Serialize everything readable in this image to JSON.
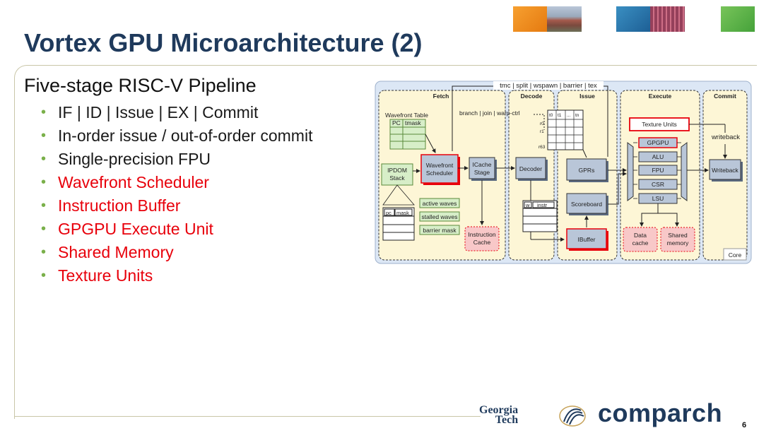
{
  "slide": {
    "title": "Vortex GPU Microarchitecture (2)",
    "subtitle": "Five-stage RISC-V Pipeline",
    "bullets": [
      {
        "text": "IF | ID | Issue | EX | Commit",
        "color": "#1a1a1a"
      },
      {
        "text": "In-order issue / out-of-order commit",
        "color": "#1a1a1a"
      },
      {
        "text": "Single-precision FPU",
        "color": "#1a1a1a"
      },
      {
        "text": "Wavefront Scheduler",
        "color": "#e8000b"
      },
      {
        "text": "Instruction Buffer",
        "color": "#e8000b"
      },
      {
        "text": "GPGPU Execute Unit",
        "color": "#e8000b"
      },
      {
        "text": "Shared Memory",
        "color": "#e8000b"
      },
      {
        "text": "Texture Units",
        "color": "#e8000b"
      }
    ],
    "page_number": "6"
  },
  "logos": {
    "georgia_tech": "Georgia Tech",
    "georgia": "Georgia",
    "tech": "Tech",
    "comparch": "comparch"
  },
  "header_pictures": [
    "orange-tile",
    "campus-photo",
    "blue-tile",
    "chip-photo",
    "green-tile"
  ],
  "diagram": {
    "top_label": "tmc | split | wspawn | barrier | tex",
    "stages": [
      "Fetch",
      "Decode",
      "Issue",
      "Execute",
      "Commit"
    ],
    "wavefront_table": "Wavefront Table",
    "pc_col": "PC",
    "tmask_col": "tmask",
    "branch_label": "branch | join | warp-ctrl",
    "ipdom": "IPDOM Stack",
    "ipdom_l1": "IPDOM",
    "ipdom_l2": "Stack",
    "pc": "pc",
    "mask": "mask",
    "wavefront_scheduler_l1": "Wavefront",
    "wavefront_scheduler_l2": "Scheduler",
    "active_waves": "active waves",
    "stalled_waves": "stalled waves",
    "barrier_mask": "barrier mask",
    "icache_l1": "ICache",
    "icache_l2": "Stage",
    "instruction_cache_l1": "Instruction",
    "instruction_cache_l2": "Cache",
    "decoder": "Decoder",
    "w": "w",
    "instr": "instr",
    "regfile_cols": [
      "t0",
      "t1",
      "...",
      "tn"
    ],
    "regfile_rows": [
      "r0",
      "r1",
      "r63"
    ],
    "gprs": "GPRs",
    "scoreboard": "Scoreboard",
    "ibuffer": "IBuffer",
    "texture_units": "Texture Units",
    "gpgpu": "GPGPU",
    "alu": "ALU",
    "fpu": "FPU",
    "csr": "CSR",
    "lsu": "LSU",
    "data_cache_l1": "Data",
    "data_cache_l2": "cache",
    "shared_memory_l1": "Shared",
    "shared_memory_l2": "memory",
    "writeback_label": "writeback",
    "writeback": "Writeback",
    "core": "Core"
  }
}
